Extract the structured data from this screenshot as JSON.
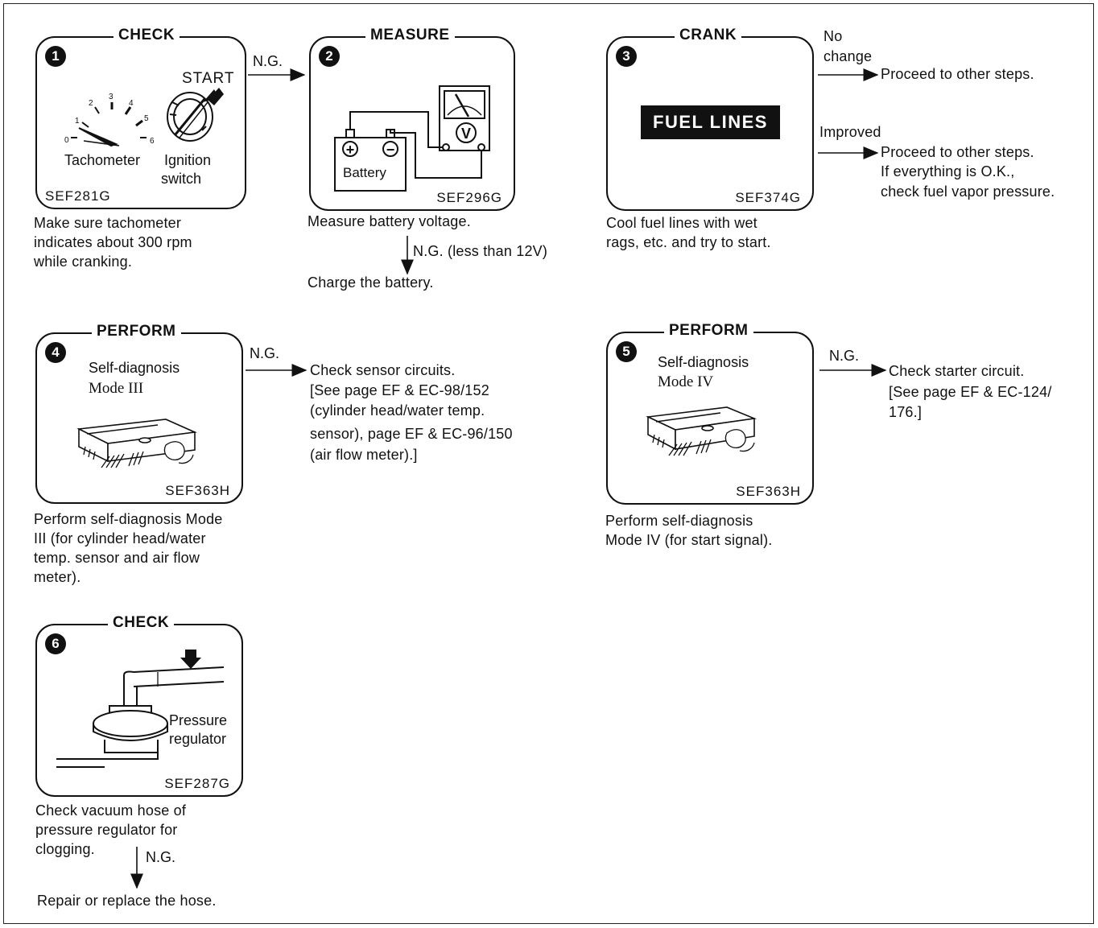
{
  "step1": {
    "number": "1",
    "title": "CHECK",
    "start_label": "START",
    "tachometer_label": "Tachometer",
    "ignition_label_1": "Ignition",
    "ignition_label_2": "switch",
    "dial_ticks": [
      "0",
      "1",
      "2",
      "3",
      "4",
      "5",
      "6"
    ],
    "code": "SEF281G",
    "caption": [
      "Make sure tachometer",
      "indicates about 300 rpm",
      "while cranking."
    ],
    "ng_label": "N.G."
  },
  "step2": {
    "number": "2",
    "title": "MEASURE",
    "battery_label": "Battery",
    "voltmeter_symbol": "V",
    "plus": "+",
    "minus": "−",
    "code": "SEF296G",
    "caption": "Measure battery voltage.",
    "ng_label": "N.G. (less than 12V)",
    "result": "Charge the battery."
  },
  "step3": {
    "number": "3",
    "title": "CRANK",
    "fuel_lines_label": "FUEL LINES",
    "code": "SEF374G",
    "caption": [
      "Cool fuel lines with wet",
      "rags, etc. and try to start."
    ],
    "no_change_label": [
      "No",
      "change"
    ],
    "no_change_result": "Proceed to other steps.",
    "improved_label": "Improved",
    "improved_result": [
      "Proceed to other steps.",
      "If everything is O.K.,",
      "check fuel vapor pressure."
    ]
  },
  "step4": {
    "number": "4",
    "title": "PERFORM",
    "inner_text": [
      "Self-diagnosis",
      "Mode III"
    ],
    "code": "SEF363H",
    "caption": [
      "Perform self-diagnosis Mode",
      "III (for cylinder head/water",
      "temp. sensor and air flow",
      "meter)."
    ],
    "ng_label": "N.G.",
    "result": [
      "Check sensor circuits.",
      "[See page EF & EC-98/152",
      "(cylinder head/water temp.",
      "sensor), page EF & EC-96/150",
      "(air flow meter).]"
    ]
  },
  "step5": {
    "number": "5",
    "title": "PERFORM",
    "inner_text": [
      "Self-diagnosis",
      "Mode IV"
    ],
    "code": "SEF363H",
    "caption": [
      "Perform self-diagnosis",
      "Mode IV (for start signal)."
    ],
    "ng_label": "N.G.",
    "result": [
      "Check starter circuit.",
      "[See page EF & EC-124/",
      "176.]"
    ]
  },
  "step6": {
    "number": "6",
    "title": "CHECK",
    "regulator_label": [
      "Pressure",
      "regulator"
    ],
    "code": "SEF287G",
    "caption": [
      "Check vacuum hose of",
      "pressure regulator for",
      "clogging."
    ],
    "ng_label": "N.G.",
    "result": "Repair or replace the hose."
  }
}
